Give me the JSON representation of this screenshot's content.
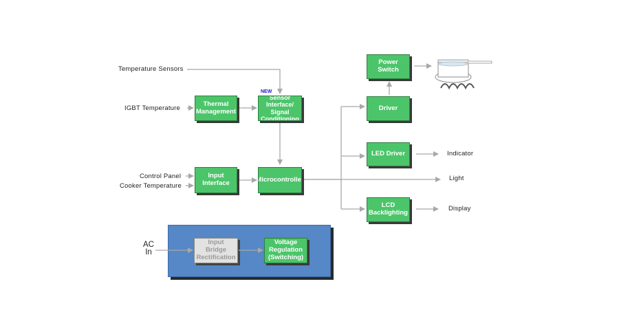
{
  "inputs": {
    "temperature_sensors": "Temperature Sensors",
    "igbt_temperature": "IGBT Temperature",
    "control_panel": "Control Panel",
    "cooker_temperature": "Cooker Temperature",
    "ac_in": "AC\nIn"
  },
  "badge_new": "NEW",
  "blocks": {
    "thermal_management": "Thermal\nManagement",
    "sensor_interface": "Sensor\nInterface/ Signal\nConditioning",
    "input_interface": "Input\nInterface",
    "microcontroller": "Microcontroller",
    "power_switch": "Power\nSwitch",
    "driver": "Driver",
    "led_driver": "LED Driver",
    "lcd_backlighting": "LCD\nBacklighting",
    "input_bridge_rectification": "Input\nBridge\nRectification",
    "voltage_regulation": "Voltage\nRegulation\n(Switching)"
  },
  "outputs": {
    "indicator": "Indicator",
    "light": "Light",
    "display": "Display"
  },
  "colors": {
    "block_green": "#4cc56a",
    "power_panel_blue": "#5687c6",
    "inactive_grey": "#e2e2e2",
    "wire": "#a8a8a8"
  }
}
